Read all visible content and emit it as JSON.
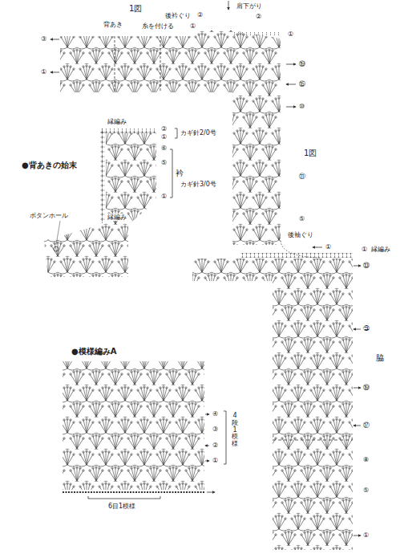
{
  "diagram": {
    "labels": [
      "肩下がり",
      "1図",
      "後衿ぐり",
      "②",
      "②",
      "背あき",
      "糸を付ける",
      "①",
      "①",
      "③",
      "①",
      "⑲",
      "⑮",
      "⑩",
      "1図",
      "⑪",
      "⑤",
      "後袖ぐり",
      "①",
      "①",
      "縁編み",
      "⑬",
      "㉓",
      "脇",
      "⑲",
      "⑰",
      "⑧",
      "⑤",
      "①",
      "●背あきの始末",
      "縁編み",
      "②",
      "①",
      "カギ針2/0号",
      "⑥",
      "⑤",
      "衿",
      "カギ針3/0号",
      "①",
      "縁編み",
      "ボタンホール",
      "●模様編みA",
      "④",
      "③",
      "②",
      "①",
      "4段1模様",
      "6目1模様"
    ]
  }
}
